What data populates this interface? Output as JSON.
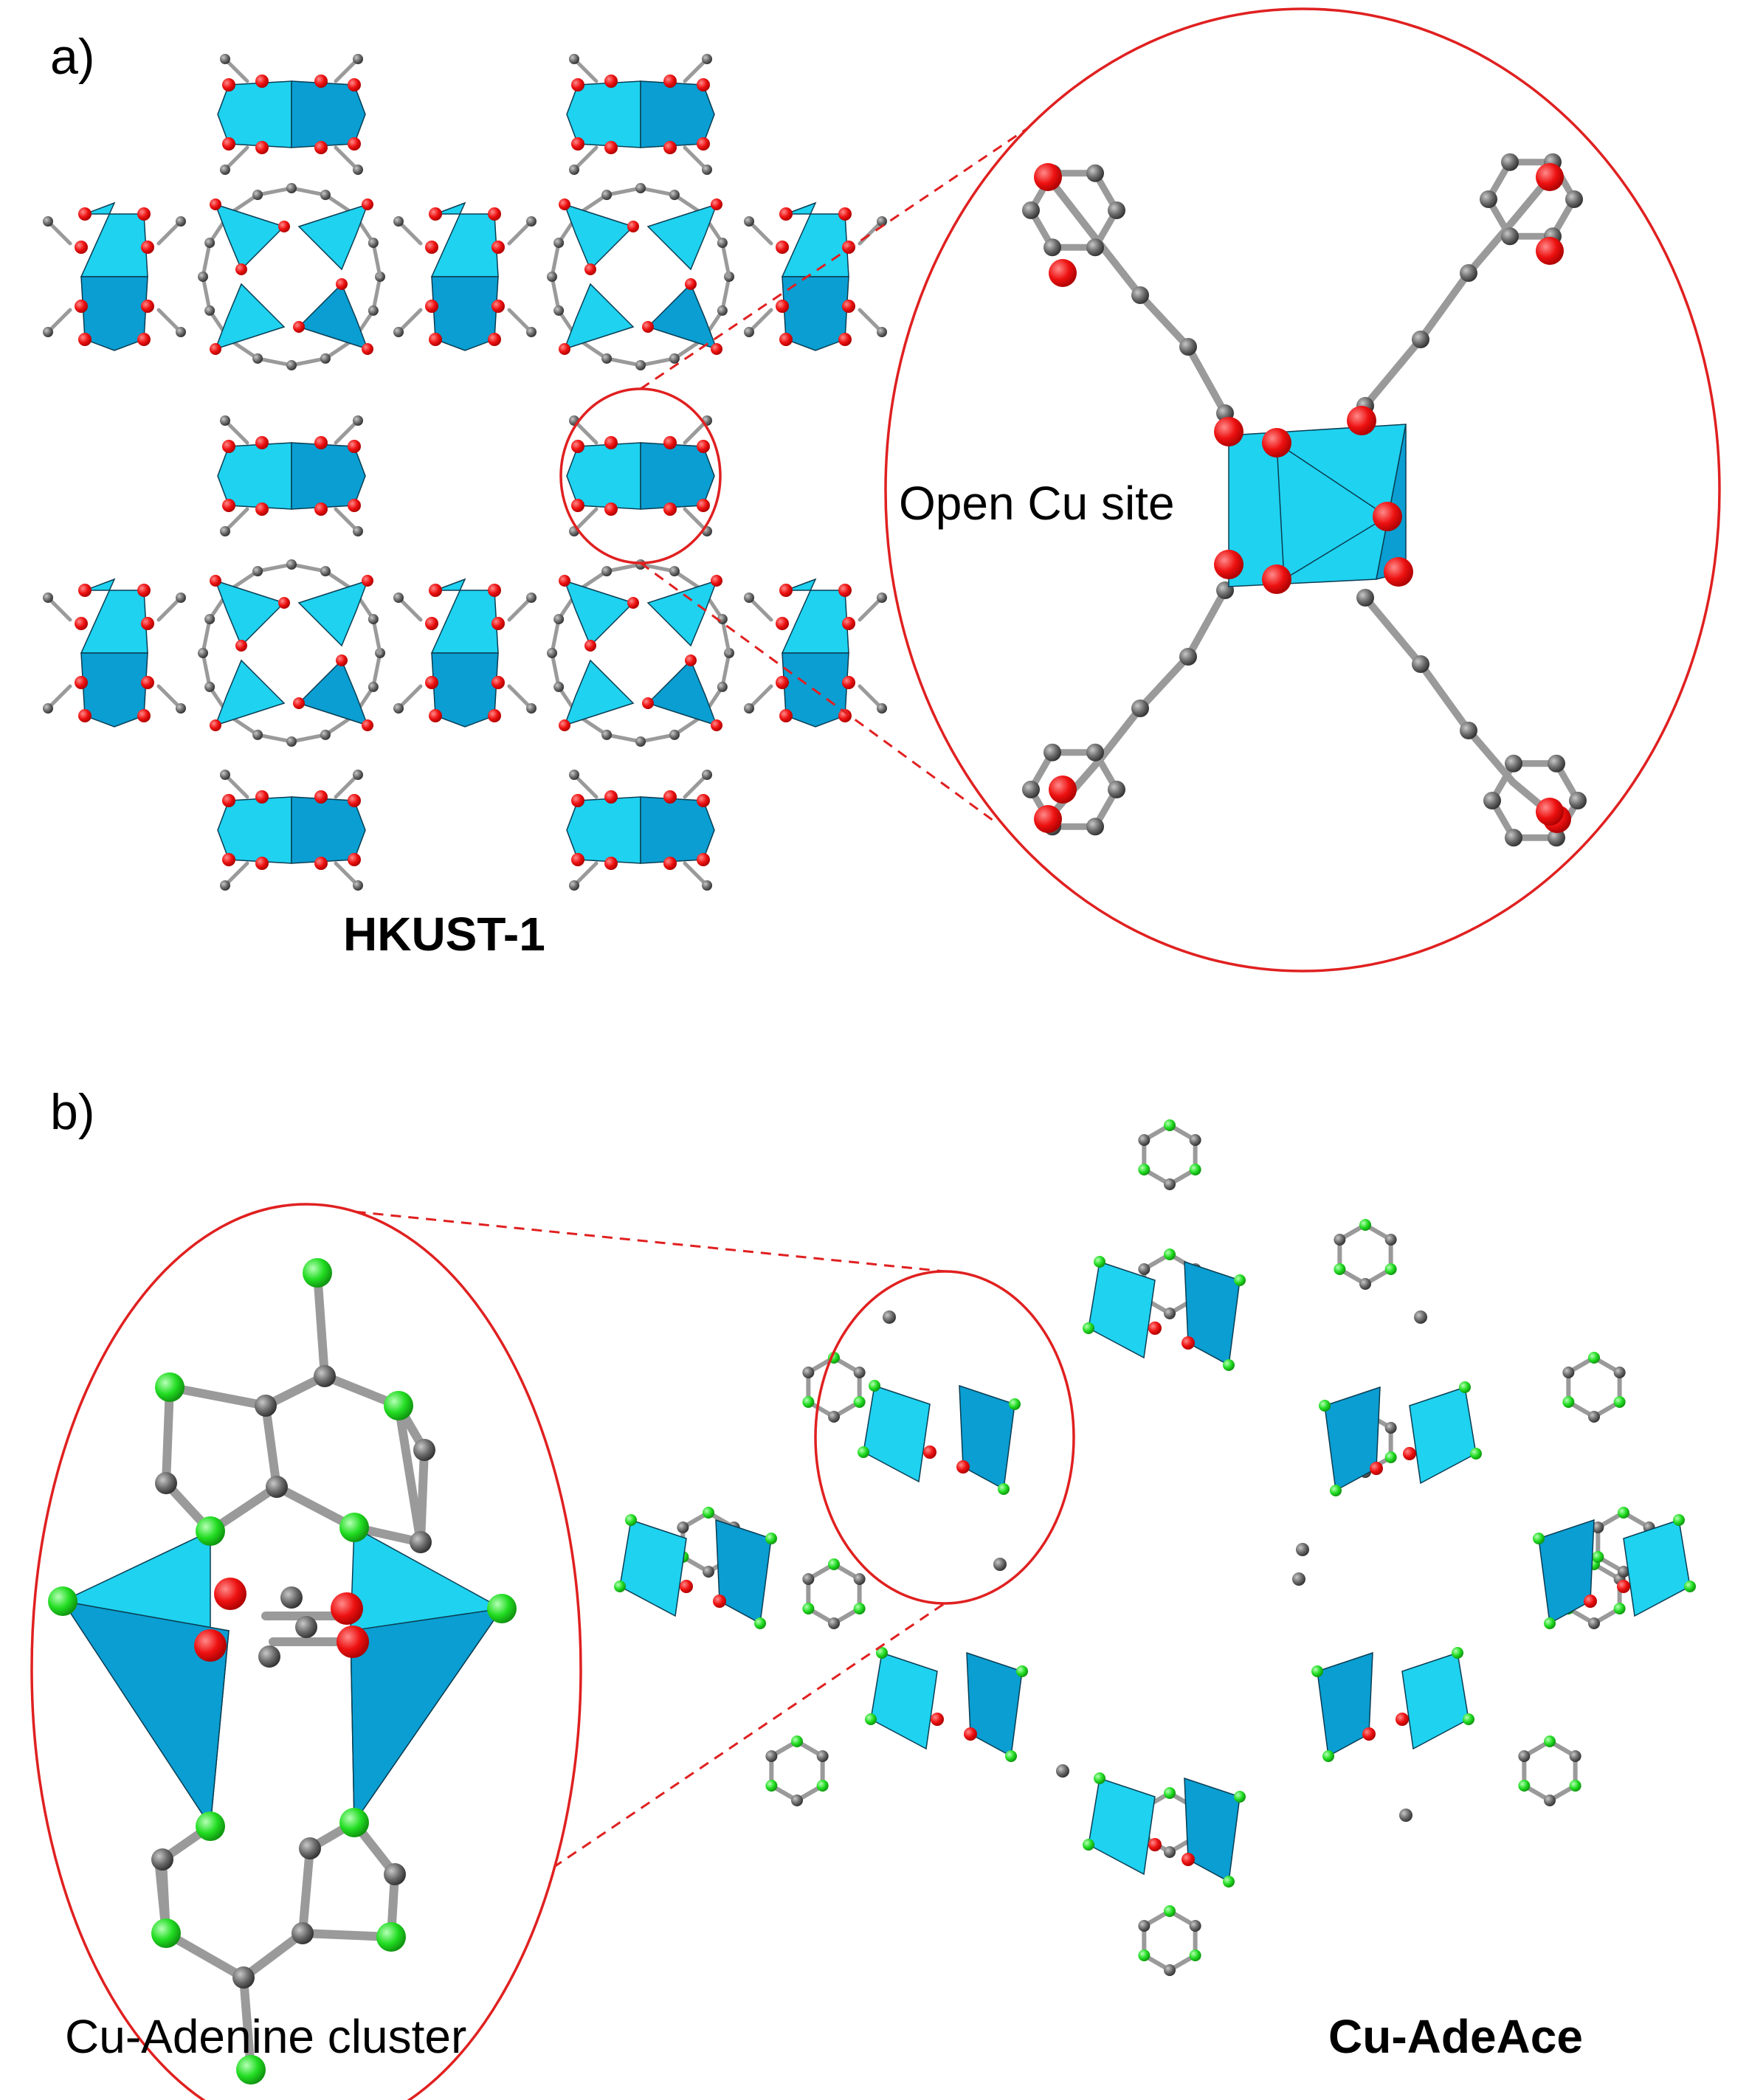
{
  "panel_a": {
    "label": "a)",
    "structure_name": "HKUST-1",
    "callout_label": "Open Cu site"
  },
  "panel_b": {
    "label": "b)",
    "structure_name": "Cu-AdeAce",
    "callout_label": "Cu-Adenine cluster"
  },
  "colors": {
    "copper_polyhedron": "#1ed2f0",
    "copper_polyhedron_shade": "#0a9ed2",
    "oxygen": "#ee1111",
    "nitrogen": "#22dd22",
    "carbon": "#6b6b6b",
    "bond": "#9a9a9a",
    "highlight": "#e02020"
  }
}
